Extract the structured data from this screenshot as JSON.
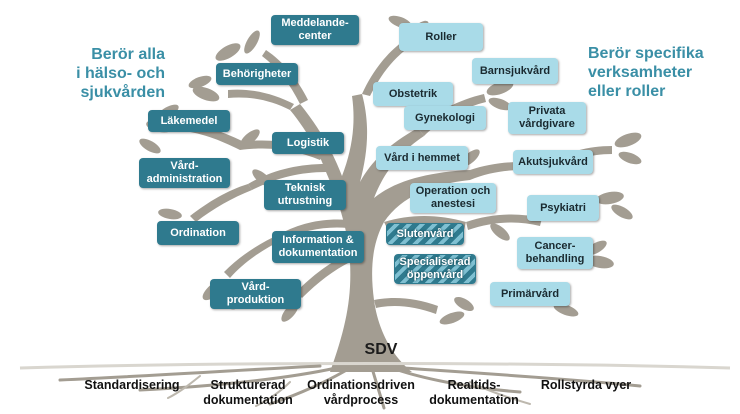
{
  "headings": {
    "left": [
      "Berör alla",
      "i hälso- och",
      "sjukvården"
    ],
    "right": [
      "Berör specifika",
      "verksamheter",
      "eller roller"
    ]
  },
  "trunk_label": "SDV",
  "left_tags": [
    {
      "id": "meddelandecenter",
      "lines": [
        "Meddelande-",
        "center"
      ]
    },
    {
      "id": "behorigheter",
      "lines": [
        "Behörigheter"
      ]
    },
    {
      "id": "lakemedel",
      "lines": [
        "Läkemedel"
      ]
    },
    {
      "id": "logistik",
      "lines": [
        "Logistik"
      ]
    },
    {
      "id": "vardadministration",
      "lines": [
        "Vård-",
        "administration"
      ]
    },
    {
      "id": "teknisk-utrustning",
      "lines": [
        "Teknisk",
        "utrustning"
      ]
    },
    {
      "id": "ordination",
      "lines": [
        "Ordination"
      ]
    },
    {
      "id": "information-dokumentation",
      "lines": [
        "Information &",
        "dokumentation"
      ]
    },
    {
      "id": "vardproduktion",
      "lines": [
        "Vård-",
        "produktion"
      ]
    }
  ],
  "right_tags": [
    {
      "id": "roller",
      "lines": [
        "Roller"
      ]
    },
    {
      "id": "barnsjukvard",
      "lines": [
        "Barnsjukvård"
      ]
    },
    {
      "id": "obstetrik",
      "lines": [
        "Obstetrik"
      ]
    },
    {
      "id": "gynekologi",
      "lines": [
        "Gynekologi"
      ]
    },
    {
      "id": "privata-vardgivare",
      "lines": [
        "Privata",
        "vårdgivare"
      ]
    },
    {
      "id": "vard-i-hemmet",
      "lines": [
        "Vård i hemmet"
      ]
    },
    {
      "id": "akutsjukvard",
      "lines": [
        "Akutsjukvård"
      ]
    },
    {
      "id": "operation-anestesi",
      "lines": [
        "Operation och",
        "anestesi"
      ]
    },
    {
      "id": "psykiatri",
      "lines": [
        "Psykiatri"
      ]
    },
    {
      "id": "cancerbehandling",
      "lines": [
        "Cancer-",
        "behandling"
      ]
    },
    {
      "id": "primarvard",
      "lines": [
        "Primärvård"
      ]
    }
  ],
  "striped_tags": [
    {
      "id": "slutenvard",
      "lines": [
        "Slutenvård"
      ]
    },
    {
      "id": "specialiserad-oppenvard",
      "lines": [
        "Specialiserad",
        "öppenvård"
      ]
    }
  ],
  "foundations": [
    {
      "id": "standardisering",
      "lines": [
        "Standardisering"
      ]
    },
    {
      "id": "strukturerad-dokumentation",
      "lines": [
        "Strukturerad",
        "dokumentation"
      ]
    },
    {
      "id": "ordinationsdriven-vardprocess",
      "lines": [
        "Ordinationsdriven",
        "vårdprocess"
      ]
    },
    {
      "id": "realtidsdokumentation",
      "lines": [
        "Realtids-",
        "dokumentation"
      ]
    },
    {
      "id": "rollstyrda-vyer",
      "lines": [
        "Rollstyrda vyer"
      ]
    }
  ],
  "colors": {
    "heading": "#3a8fa6",
    "tag_dark": "#2f7a8e",
    "tag_light": "#a9dbe8",
    "tree": "#a39d92"
  }
}
